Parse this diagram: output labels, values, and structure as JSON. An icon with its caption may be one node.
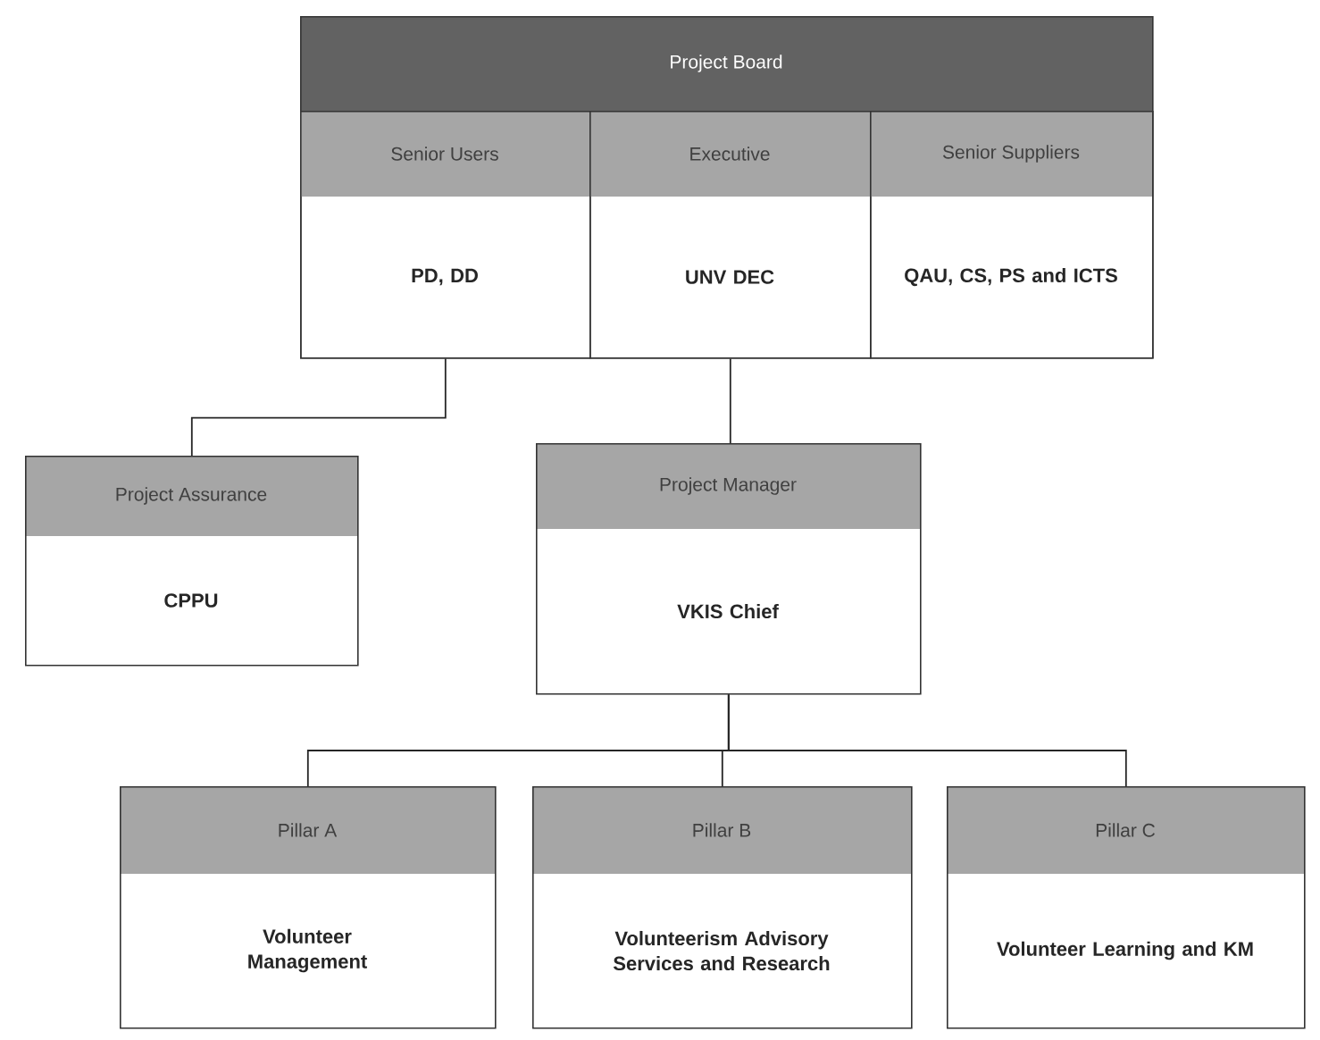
{
  "diagram": {
    "nodes": [
      {
        "text": [
          "Project Board"
        ]
      },
      {
        "text": [
          "Senior Users",
          "PD, DD"
        ],
        "in": 0
      },
      {
        "text": [
          "Executive",
          "UNV DEC"
        ],
        "in": 0
      },
      {
        "text": [
          "Senior Suppliers",
          "QAU, CS, PS and ICTS"
        ],
        "in": 0
      },
      {
        "text": [
          "Project Assurance",
          "CPPU"
        ]
      },
      {
        "text": [
          "Project Manager",
          "VKIS Chief"
        ]
      },
      {
        "text": [
          "Pillar A",
          "Volunteer Management"
        ]
      },
      {
        "text": [
          "Pillar B",
          "Volunteerism Advisory Services and Research"
        ]
      },
      {
        "text": [
          "Pillar C",
          "Volunteer Learning and KM"
        ]
      }
    ],
    "edges": [
      {
        "from": 1,
        "to": 4,
        "arrow": "none"
      },
      {
        "from": 2,
        "to": 5,
        "arrow": "none"
      },
      {
        "from": 5,
        "to": 6,
        "arrow": "none"
      },
      {
        "from": 5,
        "to": 7,
        "arrow": "none"
      },
      {
        "from": 5,
        "to": 8,
        "arrow": "none"
      }
    ]
  }
}
